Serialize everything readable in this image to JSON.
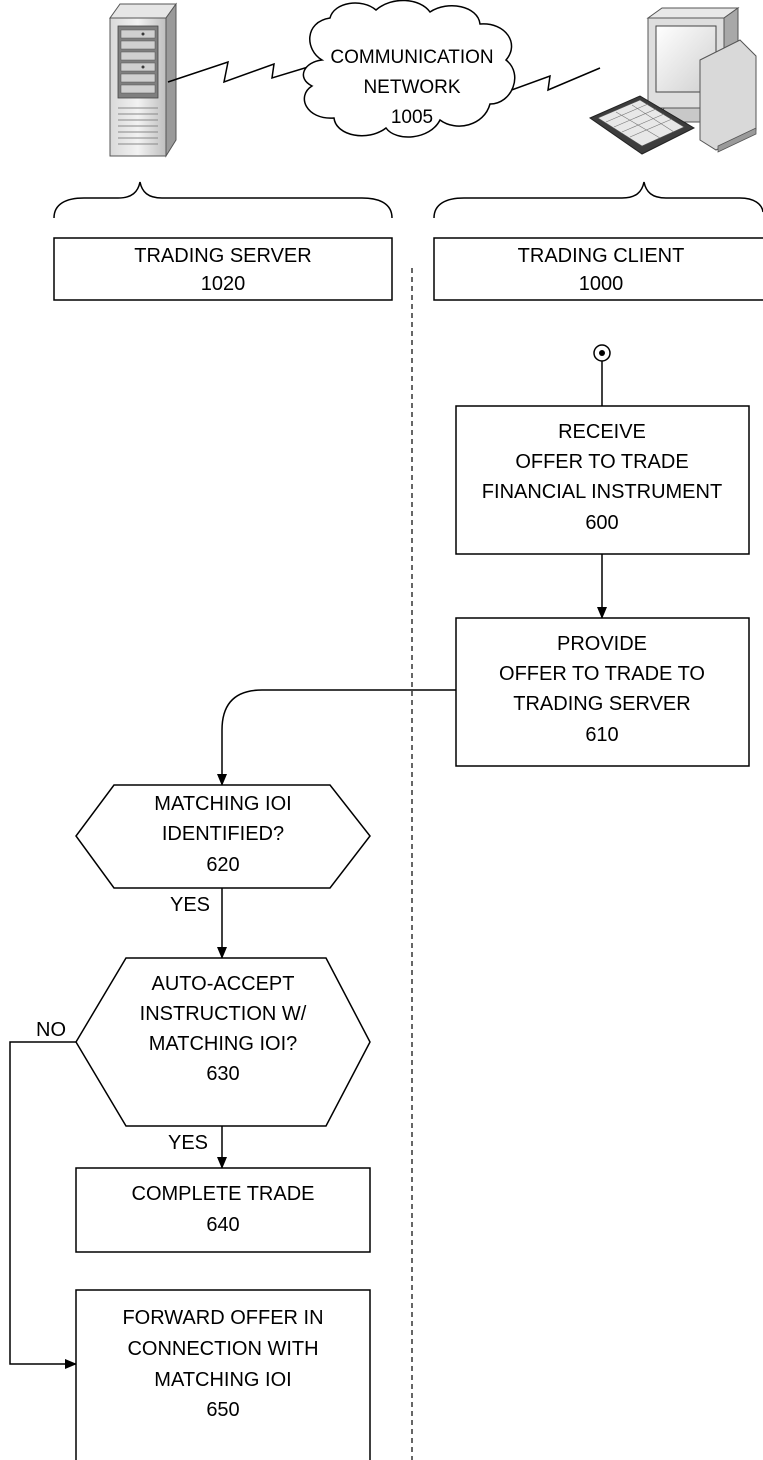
{
  "network": {
    "line1": "COMMUNICATION",
    "line2": "NETWORK",
    "ref": "1005"
  },
  "trading_server": {
    "label": "TRADING SERVER",
    "ref": "1020"
  },
  "trading_client": {
    "label": "TRADING CLIENT",
    "ref": "1000"
  },
  "step_600": {
    "lines": [
      "RECEIVE",
      "OFFER TO TRADE",
      "FINANCIAL INSTRUMENT"
    ],
    "ref": "600"
  },
  "step_610": {
    "lines": [
      "PROVIDE",
      "OFFER TO TRADE TO",
      "TRADING SERVER"
    ],
    "ref": "610"
  },
  "decision_620": {
    "lines": [
      "MATCHING IOI",
      "IDENTIFIED?"
    ],
    "ref": "620"
  },
  "decision_630": {
    "lines": [
      "AUTO-ACCEPT",
      "INSTRUCTION W/",
      "MATCHING IOI?"
    ],
    "ref": "630"
  },
  "step_640": {
    "lines": [
      "COMPLETE TRADE"
    ],
    "ref": "640"
  },
  "step_650": {
    "lines": [
      "FORWARD OFFER IN",
      "CONNECTION WITH",
      "MATCHING IOI"
    ],
    "ref": "650"
  },
  "edges": {
    "yes_620": "YES",
    "yes_630": "YES",
    "no_630": "NO"
  },
  "icons": {
    "server": "server-icon",
    "computer": "desktop-computer-icon"
  }
}
